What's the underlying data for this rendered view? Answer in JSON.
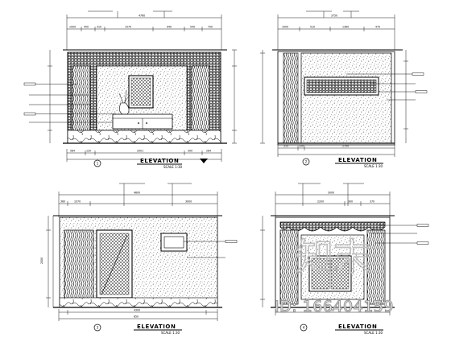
{
  "drawing": {
    "panels": [
      {
        "title": "ELEVATION",
        "scale": "SCALE 1:30",
        "number": "1",
        "dims_top": [
          "1000",
          "450",
          "310",
          "1570",
          "940",
          "540",
          "750"
        ],
        "dims_bottom": [
          "584",
          "120",
          "2001",
          "300",
          "284"
        ],
        "overall_width": "4760"
      },
      {
        "title": "ELEVATION",
        "scale": "SCALE 1:30",
        "number": "2",
        "dims_top": [
          "1000",
          "510",
          "1360",
          "470"
        ],
        "dims_bottom": [
          "315",
          "120",
          "2700"
        ],
        "overall_width": "3750"
      },
      {
        "title": "ELEVATION",
        "scale": "SCALE 1:30",
        "number": "3",
        "dims_top": [
          "360",
          "1070",
          "3000"
        ],
        "dims_bottom": [
          "4300",
          "850"
        ],
        "overall_width": "4800",
        "height": "2000"
      },
      {
        "title": "ELEVATION",
        "scale": "SCALE 1:30",
        "number": "4",
        "dims_top": [
          "2200",
          "300",
          "370"
        ],
        "dims_bottom": [
          "3000"
        ],
        "overall_width": "3000"
      }
    ],
    "watermark": {
      "brand": "知末",
      "id_text": "ID: 166404159"
    }
  }
}
